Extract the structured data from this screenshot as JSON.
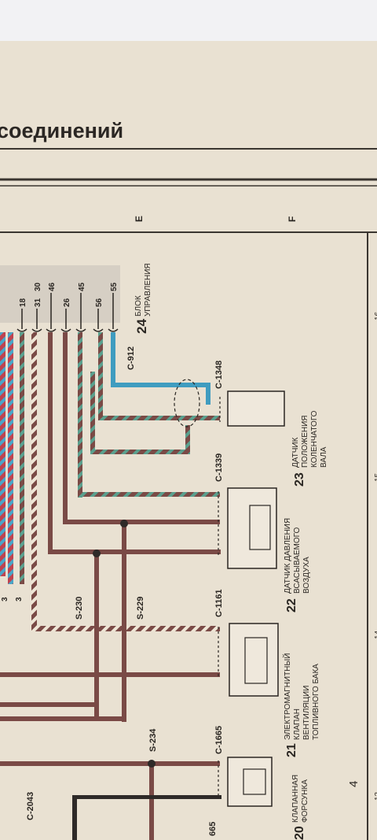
{
  "header": {
    "title": "соединений"
  },
  "zones": {
    "e": "E",
    "f": "F"
  },
  "ecu": {
    "number": "24",
    "name_line1": "БЛОК",
    "name_line2": "УПРАВЛЕНИЯ",
    "pins": [
      "18",
      "30",
      "31",
      "46",
      "26",
      "45",
      "56",
      "55"
    ],
    "connector": "C-912"
  },
  "crank_sensor": {
    "number": "23",
    "line1": "ДАТЧИК",
    "line2": "ПОЛОЖЕНИЯ",
    "line3": "КОЛЕНЧАТОГО",
    "line4": "ВАЛА",
    "connector": "C-1348"
  },
  "map_sensor": {
    "number": "22",
    "line1": "ДАТЧИК ДАВЛЕНИЯ",
    "line2": "ВСАСЫВАЕМОГО",
    "line3": "ВОЗДУХА",
    "connector": "C-1339"
  },
  "evap_valve": {
    "number": "21",
    "line1": "ЭЛЕКТРОМАГНИТНЫЙ",
    "line2": "КЛАПАН",
    "line3": "ВЕНТИЛЯЦИИ",
    "line4": "ТОПЛИВНОГО БАКА",
    "connector": "C-1161"
  },
  "injector": {
    "number": "20",
    "line1": "КЛАПАННАЯ",
    "line2": "ФОРСУНКА",
    "connector": "C-1665"
  },
  "splices": {
    "s230": "S-230",
    "s229": "S-229",
    "s234": "S-234"
  },
  "misc": {
    "c2043": "C-2043",
    "c665": "665",
    "pin3a": "3",
    "pin3b": "3",
    "grid4": "4",
    "grid16": "16",
    "grid15": "15",
    "grid14": "14",
    "grid13": "13"
  },
  "colors": {
    "paper": "#e9e1d2",
    "wire_brown": "#7a4a46",
    "wire_blue": "#3f9cc0",
    "wire_green": "#3f8a78",
    "ink": "#2a2622"
  }
}
